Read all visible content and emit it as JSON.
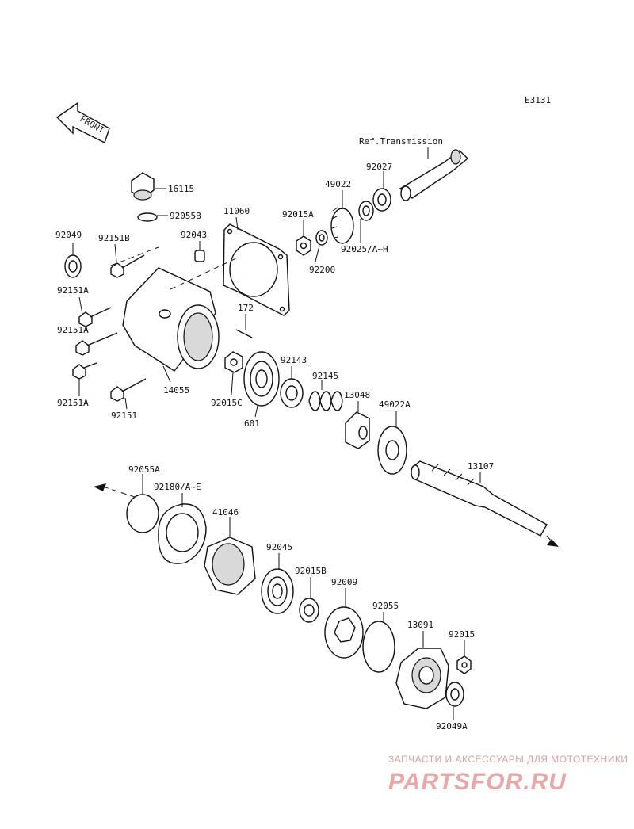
{
  "diagram": {
    "code": "E3131",
    "front_label": "FRONT",
    "ref_label": "Ref.Transmission",
    "labels": {
      "p16115": "16115",
      "p92055B": "92055B",
      "p11060": "11060",
      "p92049": "92049",
      "p92151B": "92151B",
      "p92043": "92043",
      "p92151A_1": "92151A",
      "p92151A_2": "92151A",
      "p92151A_3": "92151A",
      "p92151": "92151",
      "p14055": "14055",
      "p172": "172",
      "p92015A": "92015A",
      "p92200": "92200",
      "p49022": "49022",
      "p92027": "92027",
      "p92025": "92025/A~H",
      "p92015C": "92015C",
      "p601": "601",
      "p92143": "92143",
      "p92145": "92145",
      "p13048": "13048",
      "p49022A": "49022A",
      "p13107": "13107",
      "p92055A": "92055A",
      "p92180": "92180/A~E",
      "p41046": "41046",
      "p92045": "92045",
      "p92015B": "92015B",
      "p92009": "92009",
      "p92055": "92055",
      "p13091": "13091",
      "p92015": "92015",
      "p92049A": "92049A"
    }
  },
  "watermark": {
    "tagline": "ЗАПЧАСТИ И АКСЕССУАРЫ ДЛЯ МОТОТЕХНИКИ",
    "brand": "PARTSFOR.RU"
  }
}
